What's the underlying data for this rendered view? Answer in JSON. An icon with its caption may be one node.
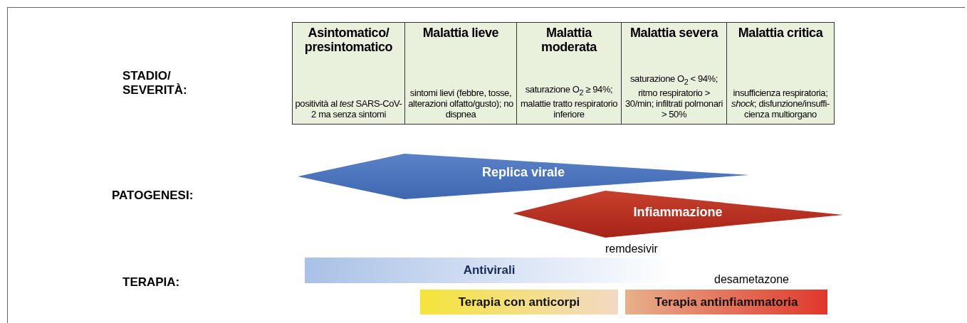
{
  "diagram": {
    "nodes": [
      {
        "text": [
          "Asintomatico/ presintomatico",
          "positività al *test* SARS-CoV-2 ma senza sintomi"
        ]
      },
      {
        "text": [
          "Malattia lieve",
          "sintomi lievi (febbre, tosse, alterazioni olfatto/gusto); no dispnea"
        ]
      },
      {
        "text": [
          "Malattia moderata",
          "saturazione O$_{2}$ ≥ 94%; malattie tratto respiratorio inferiore"
        ]
      },
      {
        "text": [
          "Malattia severa",
          "saturazione O$_{2}$ < 94%; ritmo respiratorio > 30/min; infiltrati polmonari > 50%"
        ]
      },
      {
        "text": [
          "Malattia critica",
          "insufficienza respiratoria; *shock*; disfunzione/insuffi- cienza multiorgano"
        ]
      },
      {
        "text": [
          "Replica virale"
        ]
      },
      {
        "text": [
          "Infiammazione"
        ]
      },
      {
        "text": [
          "Antivirali"
        ],
        "beside": [
          "remdesivir"
        ]
      },
      {
        "text": [
          "Terapia con anticorpi"
        ]
      },
      {
        "text": [
          "Terapia antinfiammatoria"
        ],
        "beside": [
          "desametazone"
        ]
      }
    ],
    "labels": [
      "STADIO/ SEVERITÀ:",
      "PATOGENESI:",
      "TERAPIA:"
    ]
  }
}
